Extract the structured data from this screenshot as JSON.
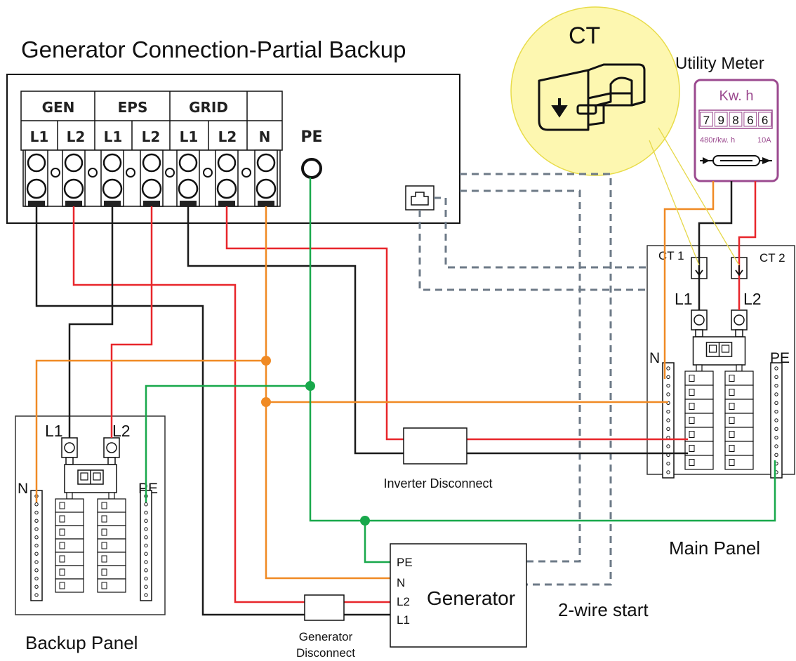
{
  "title": "Generator Connection-Partial Backup",
  "inverter": {
    "groups": [
      "GEN",
      "EPS",
      "GRID"
    ],
    "terminals": [
      "L1",
      "L2",
      "L1",
      "L2",
      "L1",
      "L2",
      "N"
    ],
    "pe_label": "PE"
  },
  "ct": {
    "label": "CT"
  },
  "utility_meter": {
    "title": "Utility Meter",
    "unit": "Kw. h",
    "digits": [
      "7",
      "9",
      "8",
      "6",
      "6"
    ],
    "rate": "480r/kw. h",
    "current": "10A"
  },
  "main_panel": {
    "label": "Main Panel",
    "ct1": "CT 1",
    "ct2": "CT 2",
    "l1": "L1",
    "l2": "L2",
    "n": "N",
    "pe": "PE"
  },
  "backup_panel": {
    "label": "Backup Panel",
    "l1": "L1",
    "l2": "L2",
    "n": "N",
    "pe": "PE"
  },
  "inverter_disconnect": "Inverter Disconnect",
  "generator": {
    "label": "Generator",
    "pe": "PE",
    "n": "N",
    "l2": "L2",
    "l1": "L1"
  },
  "generator_disconnect": {
    "line1": "Generator",
    "line2": "Disconnect"
  },
  "two_wire_start": "2-wire start",
  "colors": {
    "black": "#1a1a1a",
    "red": "#e8262b",
    "orange": "#f08a24",
    "green": "#18a84b",
    "dashed": "#6d7a87",
    "ct_circle": "#fdf7b0",
    "meter": "#9b4a8f"
  }
}
